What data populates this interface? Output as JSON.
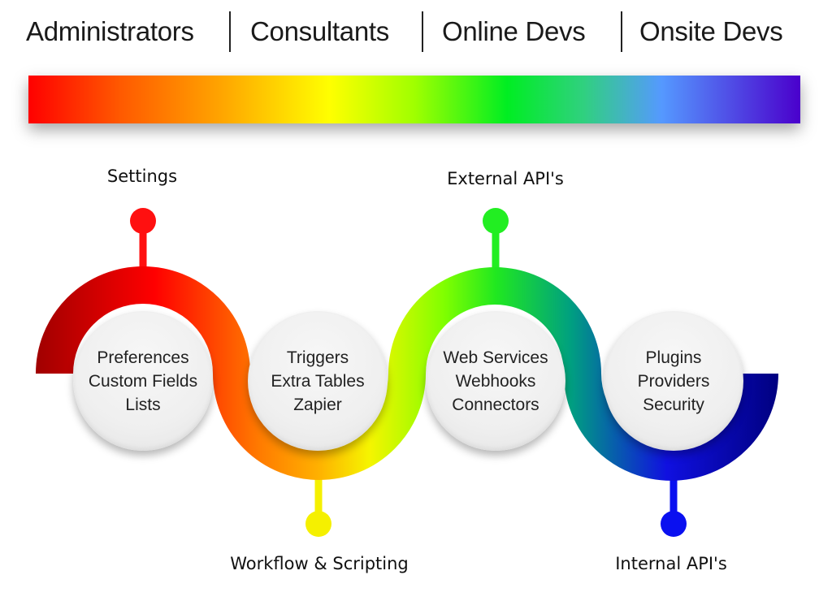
{
  "roles": [
    "Administrators",
    "Consultants",
    "Online Devs",
    "Onsite Devs"
  ],
  "spectrum_colors": [
    "#ff0000",
    "#ffa500",
    "#ffff00",
    "#00ee22",
    "#5599ff",
    "#4a00cc"
  ],
  "stages": [
    {
      "label": "Settings",
      "items": [
        "Preferences",
        "Custom Fields",
        "Lists"
      ],
      "pin_color": "#ff1010"
    },
    {
      "label": "Workflow & Scripting",
      "items": [
        "Triggers",
        "Extra Tables",
        "Zapier"
      ],
      "pin_color": "#f5f000"
    },
    {
      "label": "External API's",
      "items": [
        "Web Services",
        "Webhooks",
        "Connectors"
      ],
      "pin_color": "#22ee22"
    },
    {
      "label": "Internal API's",
      "items": [
        "Plugins",
        "Providers",
        "Security"
      ],
      "pin_color": "#0a10f0"
    }
  ]
}
